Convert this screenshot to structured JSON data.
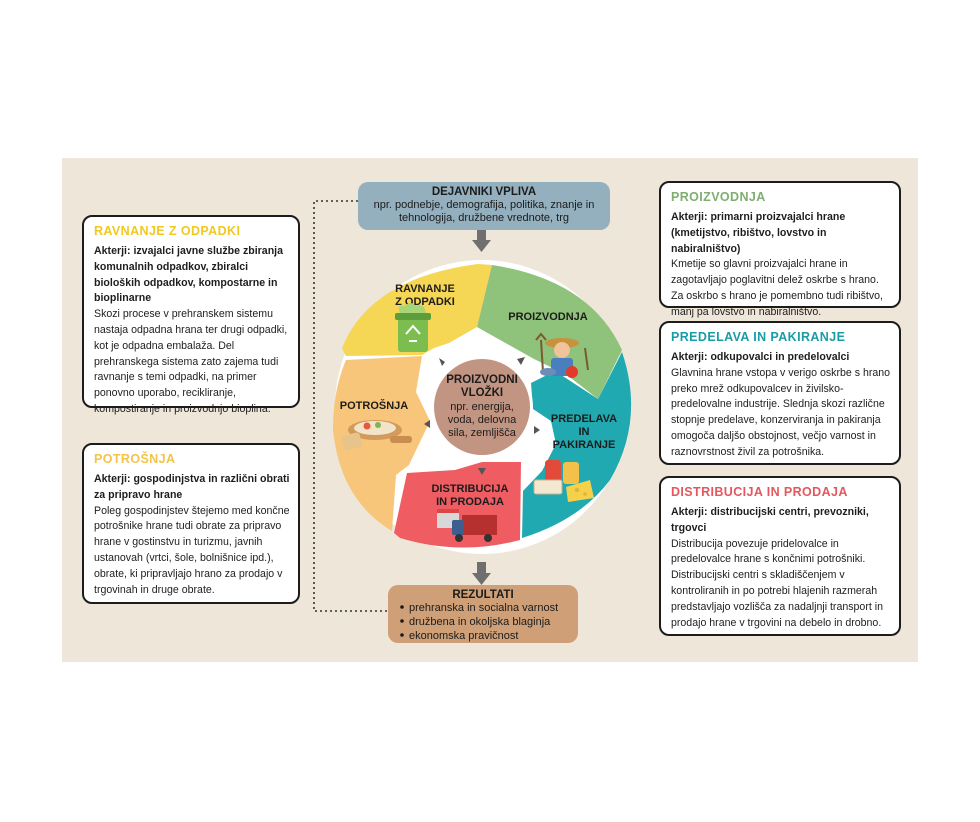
{
  "factors": {
    "title": "DEJAVNIKI VPLIVA",
    "lines": [
      "npr. podnebje, demografija, politika, znanje in",
      "tehnologija, družbene vrednote, trg"
    ]
  },
  "center": {
    "title_lines": [
      "PROIZVODNI",
      "VLOŽKI"
    ],
    "body_lines": [
      "npr. energija,",
      "voda, delovna",
      "sila, zemljišča"
    ]
  },
  "segments": {
    "waste": [
      "RAVNANJE",
      "Z ODPADKI"
    ],
    "production": [
      "PROIZVODNJA"
    ],
    "processing": [
      "PREDELAVA",
      "IN",
      "PAKIRANJE"
    ],
    "distribution": [
      "DISTRIBUCIJA",
      "IN PRODAJA"
    ],
    "consumption": [
      "POTROŠNJA"
    ]
  },
  "results": {
    "title": "REZULTATI",
    "items": [
      "prehranska in socialna varnost",
      "družbena in okoljska blaginja",
      "ekonomska pravičnost"
    ]
  },
  "cards": {
    "waste": {
      "title": "RAVNANJE Z ODPADKI",
      "actors": "Akterji: izvajalci javne službe zbiranja komunalnih odpadkov, zbiralci bioloških odpadkov, kompostarne in bioplinarne",
      "body": "Skozi procese v prehranskem sistemu nastaja odpadna hrana ter drugi odpadki, kot je odpadna embalaža. Del prehranskega sistema zato zajema tudi ravnanje s temi odpadki, na primer ponovno uporabo, recikliranje, kompostiranje in proizvodnjo bioplina."
    },
    "consumption": {
      "title": "POTROŠNJA",
      "actors": "Akterji: gospodinjstva in različni obrati za pripravo hrane",
      "body": "Poleg gospodinjstev štejemo med končne potrošnike hrane tudi obrate za pripravo hrane v gostinstvu in turizmu, javnih ustanovah (vrtci, šole, bolnišnice ipd.), obrate, ki pripravljajo hrano za prodajo v trgovinah in druge obrate."
    },
    "production": {
      "title": "PROIZVODNJA",
      "actors": "Akterji: primarni proizvajalci hrane (kmetijstvo, ribištvo, lovstvo in nabiralništvo)",
      "body": "Kmetije so glavni proizvajalci hrane in zagotavljajo poglavitni delež oskrbe s hrano. Za oskrbo s hrano je pomembno tudi ribištvo, manj pa lovstvo in nabiralništvo."
    },
    "processing": {
      "title": "PREDELAVA IN PAKIRANJE",
      "actors": "Akterji: odkupovalci in predelovalci",
      "body": "Glavnina hrane vstopa v verigo oskrbe s hrano preko mrež odkupovalcev in živilsko-predelovalne industrije. Slednja skozi različne stopnje predelave, konzerviranja in pakiranja omogoča daljšo obstojnost, večjo varnost in raznovrstnost živil za potrošnika."
    },
    "distribution": {
      "title": "DISTRIBUCIJA IN PRODAJA",
      "actors": "Akterji: distribucijski centri, prevozniki, trgovci",
      "body": "Distribucija povezuje pridelovalce in predelovalce hrane s končnimi potrošniki. Distribucijski centri s skladiščenjem v kontroliranih in po potrebi hlajenih razmerah predstavljajo vozlišča za nadaljnji transport in prodajo hrane v trgovini na debelo in drobno."
    }
  },
  "colors": {
    "panel": "#efe6da",
    "waste": "#f6d655",
    "production": "#8fc27a",
    "processing": "#20a9b0",
    "distribution": "#ef5c62",
    "consumption": "#f8c67a",
    "center": "#c29582",
    "factors_box": "#94afbe",
    "results_box": "#cfa077",
    "waste_title": "#f2c81f",
    "production_title": "#7fae70",
    "processing_title": "#1a9ca6",
    "distribution_title": "#e2585e",
    "consumption_title": "#f3c34a"
  }
}
